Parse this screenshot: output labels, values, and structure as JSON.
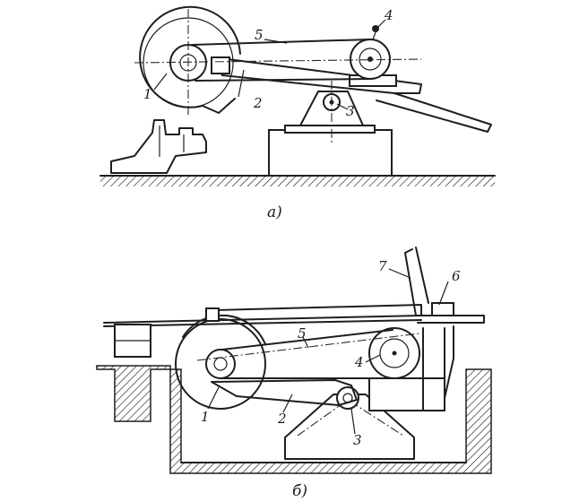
{
  "diagram_a": {
    "caption": "a)",
    "labels": {
      "n1": "1",
      "n2": "2",
      "n3": "3",
      "n4": "4",
      "n5": "5"
    }
  },
  "diagram_b": {
    "caption": "б)",
    "labels": {
      "n1": "1",
      "n2": "2",
      "n3": "3",
      "n4": "4",
      "n5": "5",
      "n6": "6",
      "n7": "7"
    }
  },
  "colors": {
    "ink": "#1e1e1e",
    "paper": "#ffffff"
  }
}
